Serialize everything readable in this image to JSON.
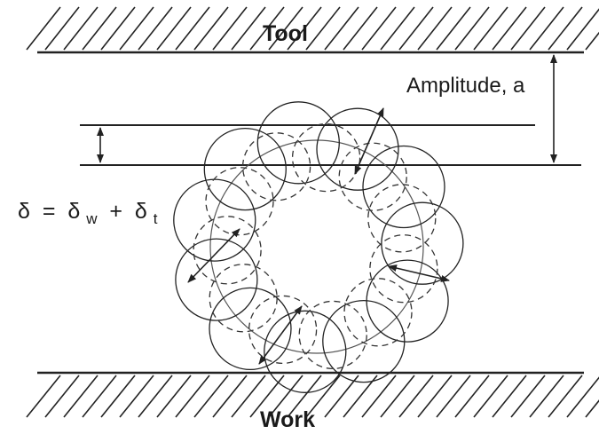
{
  "labels": {
    "tool": "Tool",
    "work": "Work",
    "amplitude": "Amplitude, a",
    "delta_equation": {
      "delta": "δ",
      "equals": " = ",
      "delta_w": "δ",
      "w_subscript": "w",
      "plus": " + ",
      "delta_t": "δ",
      "t_subscript": "t"
    }
  }
}
